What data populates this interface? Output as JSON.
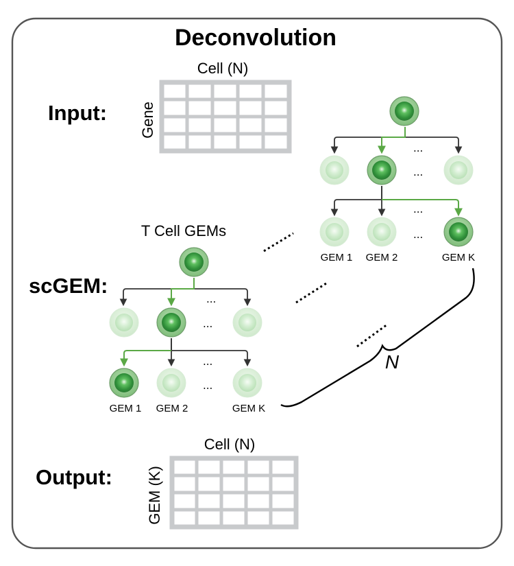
{
  "title": "Deconvolution",
  "input": {
    "label": "Input:",
    "column_header": "Cell (N)",
    "row_header": "Gene"
  },
  "scgem": {
    "label": "scGEM:",
    "tree_title": "T Cell GEMs",
    "ellipsis": "...",
    "leaves": [
      "GEM 1",
      "GEM 2",
      "GEM K"
    ],
    "repeat_count": "N"
  },
  "output": {
    "label": "Output:",
    "column_header": "Cell (N)",
    "row_header": "GEM (K)"
  },
  "colors": {
    "frame": "#555555",
    "grid": "#c8cacc",
    "active_path": "#5aa845",
    "inactive_path": "#333333",
    "cell_dark": "#3f9e46",
    "cell_light": "#cfead0"
  }
}
